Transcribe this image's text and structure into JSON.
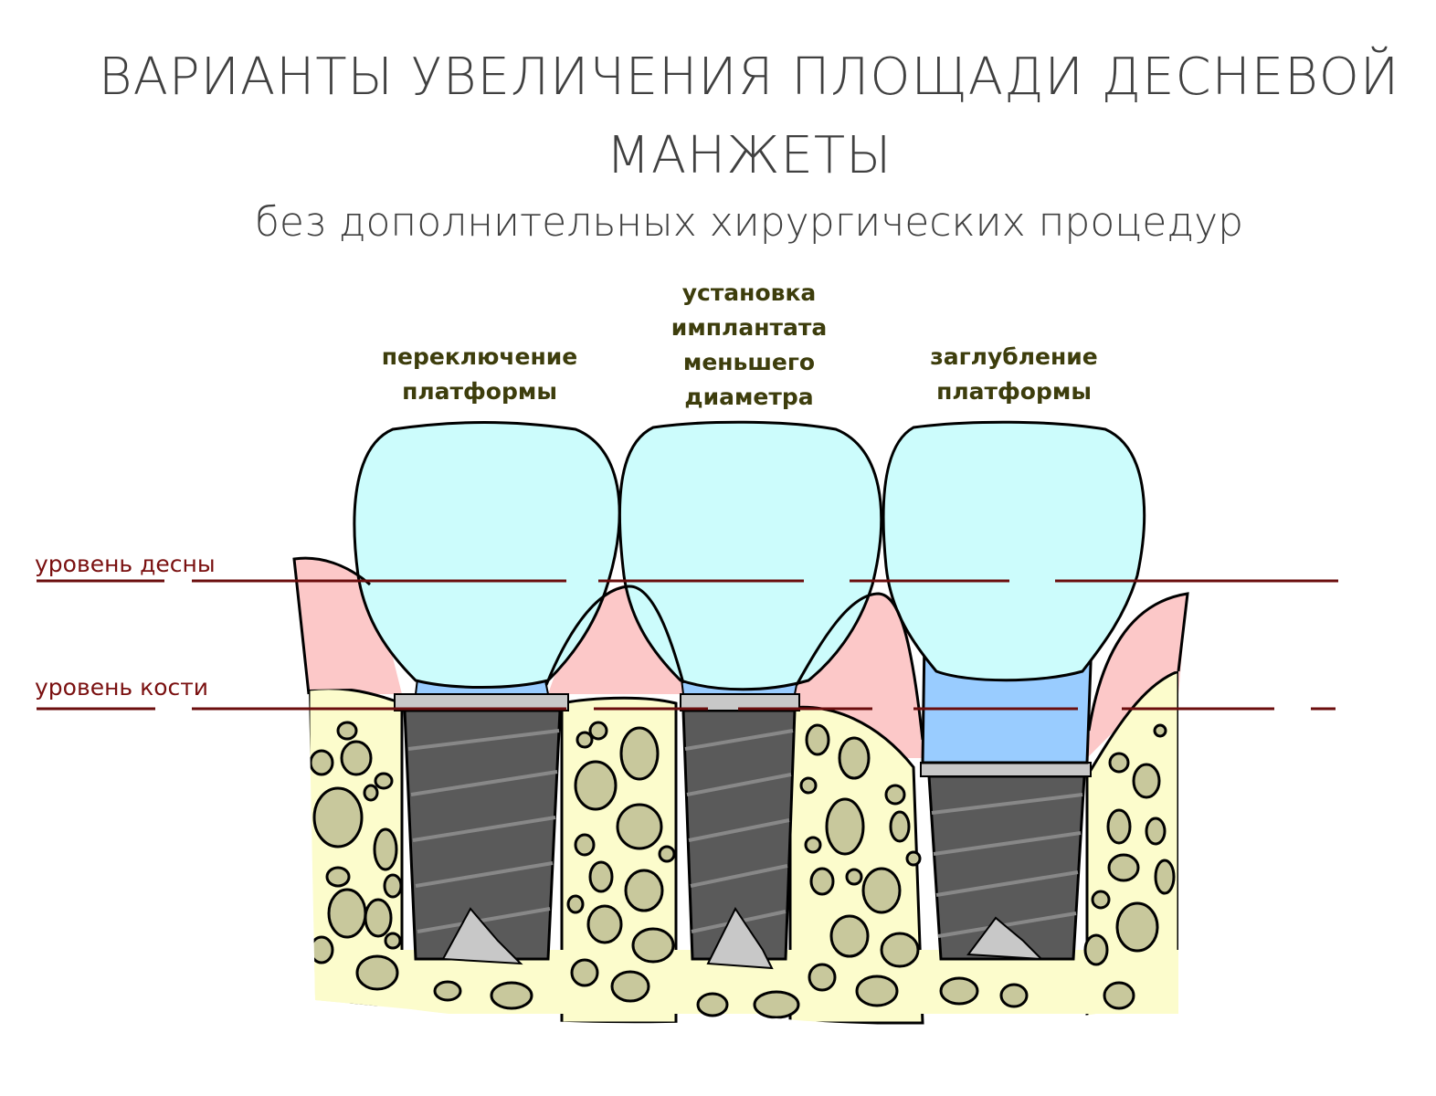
{
  "title": {
    "line1": "ВАРИАНТЫ УВЕЛИЧЕНИЯ ПЛОЩАДИ ДЕСНЕВОЙ",
    "line2": "МАНЖЕТЫ",
    "subtitle": "без дополнительных хирургических процедур"
  },
  "variants": [
    {
      "label_lines": [
        "переключение",
        "платформы"
      ]
    },
    {
      "label_lines": [
        "установка",
        "имплантата",
        "меньшего",
        "диаметра"
      ]
    },
    {
      "label_lines": [
        "заглубление",
        "платформы"
      ]
    }
  ],
  "levels": {
    "gum": "уровень десны",
    "bone": "уровень кости"
  },
  "colors": {
    "crown": "#ccfcfc",
    "abutment": "#99ccff",
    "gum": "#fcc8c8",
    "bone": "#fcfccc",
    "pores": "#c8c89c",
    "implant": "#5a5a5a",
    "level_line": "#6b0e0e",
    "label": "#3d3d0c"
  }
}
